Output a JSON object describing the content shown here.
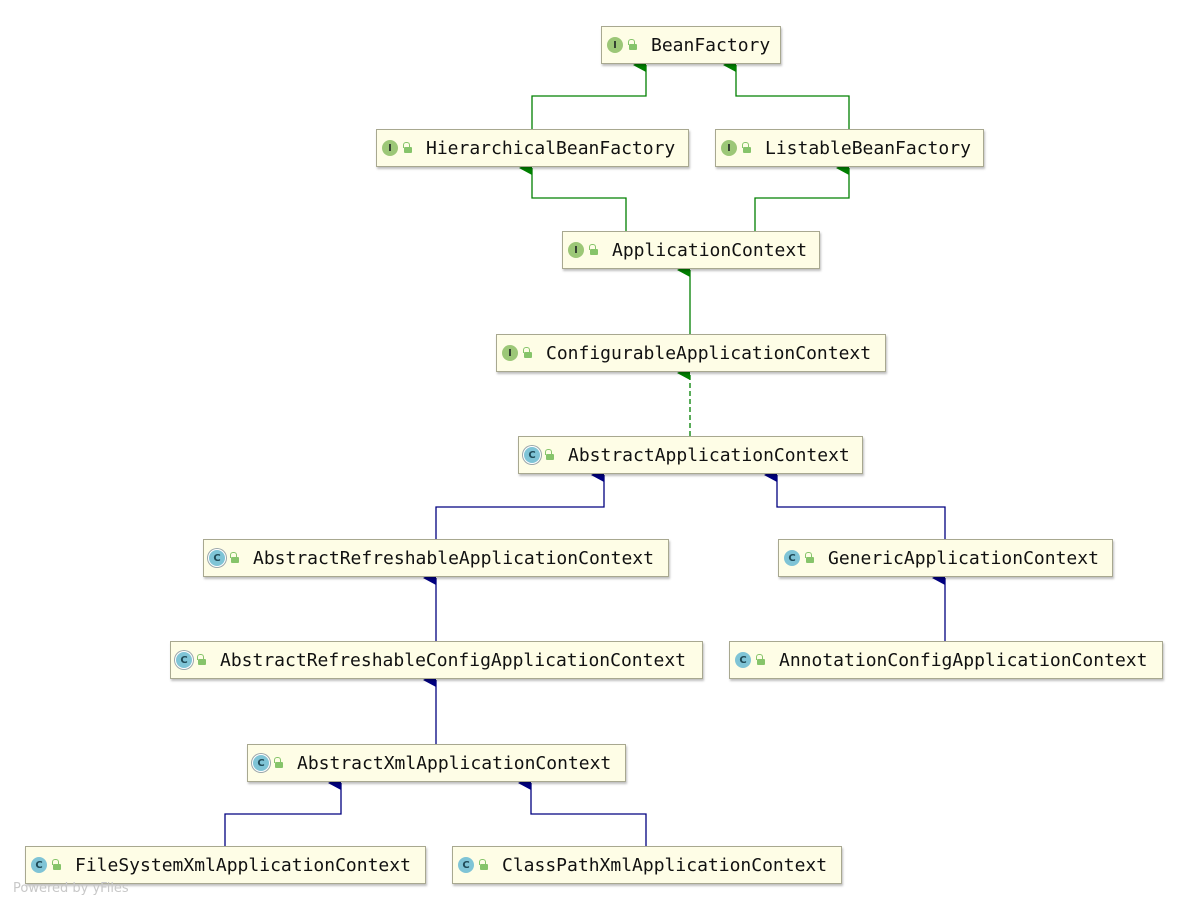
{
  "colors": {
    "interface_edge": "#008000",
    "class_edge": "#000080",
    "node_fill": "#fefde6",
    "node_border": "#a8a890",
    "footer_text": "#c8c8c8"
  },
  "nodes": {
    "bean_factory": {
      "label": "BeanFactory",
      "kind": "interface"
    },
    "hierarchical_bean_factory": {
      "label": "HierarchicalBeanFactory",
      "kind": "interface"
    },
    "listable_bean_factory": {
      "label": "ListableBeanFactory",
      "kind": "interface"
    },
    "application_context": {
      "label": "ApplicationContext",
      "kind": "interface"
    },
    "configurable_application_context": {
      "label": "ConfigurableApplicationContext",
      "kind": "interface"
    },
    "abstract_application_context": {
      "label": "AbstractApplicationContext",
      "kind": "abstract-class"
    },
    "abstract_refreshable_application_context": {
      "label": "AbstractRefreshableApplicationContext",
      "kind": "abstract-class"
    },
    "generic_application_context": {
      "label": "GenericApplicationContext",
      "kind": "class"
    },
    "abstract_refreshable_config_application_context": {
      "label": "AbstractRefreshableConfigApplicationContext",
      "kind": "abstract-class"
    },
    "annotation_config_application_context": {
      "label": "AnnotationConfigApplicationContext",
      "kind": "class"
    },
    "abstract_xml_application_context": {
      "label": "AbstractXmlApplicationContext",
      "kind": "abstract-class"
    },
    "file_system_xml_application_context": {
      "label": "FileSystemXmlApplicationContext",
      "kind": "class"
    },
    "class_path_xml_application_context": {
      "label": "ClassPathXmlApplicationContext",
      "kind": "class"
    }
  },
  "relations": [
    {
      "from": "hierarchical_bean_factory",
      "to": "bean_factory",
      "type": "extends-interface"
    },
    {
      "from": "listable_bean_factory",
      "to": "bean_factory",
      "type": "extends-interface"
    },
    {
      "from": "application_context",
      "to": "hierarchical_bean_factory",
      "type": "extends-interface"
    },
    {
      "from": "application_context",
      "to": "listable_bean_factory",
      "type": "extends-interface"
    },
    {
      "from": "configurable_application_context",
      "to": "application_context",
      "type": "extends-interface"
    },
    {
      "from": "abstract_application_context",
      "to": "configurable_application_context",
      "type": "implements"
    },
    {
      "from": "abstract_refreshable_application_context",
      "to": "abstract_application_context",
      "type": "extends-class"
    },
    {
      "from": "generic_application_context",
      "to": "abstract_application_context",
      "type": "extends-class"
    },
    {
      "from": "abstract_refreshable_config_application_context",
      "to": "abstract_refreshable_application_context",
      "type": "extends-class"
    },
    {
      "from": "annotation_config_application_context",
      "to": "generic_application_context",
      "type": "extends-class"
    },
    {
      "from": "abstract_xml_application_context",
      "to": "abstract_refreshable_config_application_context",
      "type": "extends-class"
    },
    {
      "from": "file_system_xml_application_context",
      "to": "abstract_xml_application_context",
      "type": "extends-class"
    },
    {
      "from": "class_path_xml_application_context",
      "to": "abstract_xml_application_context",
      "type": "extends-class"
    }
  ],
  "footer": {
    "text": "Powered by yFiles"
  }
}
